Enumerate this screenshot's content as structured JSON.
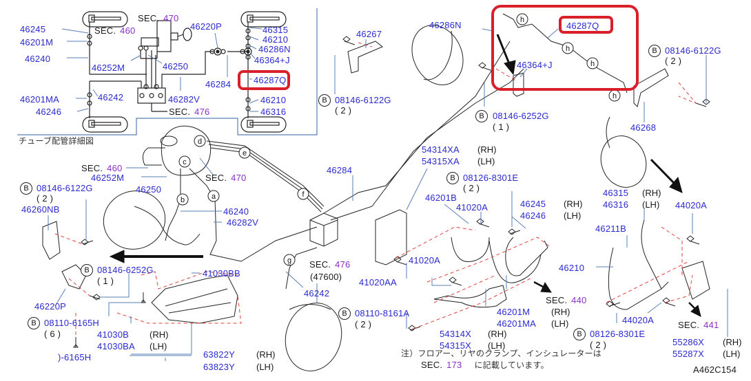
{
  "colors": {
    "part_number": "#2a2ad0",
    "section_number": "#8b2fc9",
    "highlight": "#d9202a",
    "line": "#222222",
    "leader": "#5a7fb5",
    "dash": "#e0403a"
  },
  "detail_panel": {
    "title": "チューブ配管詳細図",
    "labels": {
      "p46245": "46245",
      "p46201M": "46201M",
      "p46240": "46240",
      "p46252M": "46252M",
      "p46201MA": "46201MA",
      "p46246": "46246",
      "p46242": "46242",
      "p46250": "46250",
      "p46282V": "46282V",
      "p46220P": "46220P",
      "p46284": "46284",
      "p46315": "46315",
      "p46210a": "46210",
      "p46286N": "46286N",
      "p46364J": "46364+J",
      "p46287Q": "46287Q",
      "p46210b": "46210",
      "p46316": "46316"
    },
    "sec_labels": [
      {
        "prefix": "SEC.",
        "num": "470"
      },
      {
        "prefix": "SEC.",
        "num": "460"
      },
      {
        "prefix": "SEC.",
        "num": "476"
      }
    ]
  },
  "main": {
    "labels": {
      "m46267": "46267",
      "m46286N": "46286N",
      "m46287Q": "46287Q",
      "m46364J": "46364+J",
      "m46268": "46268",
      "m46252M": "46252M",
      "m46250": "46250",
      "m46260NB": "46260NB",
      "m46240": "46240",
      "m46282V": "46282V",
      "m46284": "46284",
      "m46220P": "46220P",
      "m41030BB": "41030BB",
      "m41030B": "41030B",
      "m41030BA": "41030BA",
      "m63822Y": "63822Y",
      "m63823Y": "63823Y",
      "m46242": "46242",
      "m54314XA": "54314XA",
      "m54315XA": "54315XA",
      "m46201B": "46201B",
      "m41020A_1": "41020A",
      "m41020A_2": "41020A",
      "m41020AA": "41020AA",
      "m46245": "46245",
      "m46246": "46246",
      "m46201M": "46201M",
      "m46201MA": "46201MA",
      "m54314X": "54314X",
      "m54315X": "54315X",
      "m46315": "46315",
      "m46316": "46316",
      "m44020A_1": "44020A",
      "m44020A_2": "44020A",
      "m46211B": "46211B",
      "m46210": "46210",
      "m55286X": "55286X",
      "m55287X": "55287X",
      "m6165H_cut": ")-6165H"
    },
    "bolts": {
      "b1": {
        "code": "08146-6122G",
        "qty": "( 2 )"
      },
      "b2": {
        "code": "08146-6252G",
        "qty": "( 1 )"
      },
      "b3": {
        "code": "08146-6122G",
        "qty": "( 2 )"
      },
      "b4": {
        "code": "08146-6122G",
        "qty": "( 2 )"
      },
      "b5": {
        "code": "08146-6252G",
        "qty": "( 1 )"
      },
      "b6": {
        "code": "08110-6165H",
        "qty": "( 6 )"
      },
      "b7": {
        "code": "08126-8301E",
        "qty": "( 2 )"
      },
      "b8": {
        "code": "08110-8161A",
        "qty": "( 2 )"
      },
      "b9": {
        "code": "08126-8301E",
        "qty": "( 2 )"
      }
    },
    "bolt_marker": "B",
    "sides": {
      "rh": "(RH)",
      "lh": "(LH)"
    },
    "sections": {
      "s460": {
        "prefix": "SEC.",
        "num": "460"
      },
      "s470": {
        "prefix": "SEC.",
        "num": "470"
      },
      "s476": {
        "prefix": "SEC.",
        "num": "476",
        "sub": "(47600)"
      },
      "s440": {
        "prefix": "SEC.",
        "num": "440"
      },
      "s441": {
        "prefix": "SEC.",
        "num": "441"
      }
    },
    "callout_letters": [
      "a",
      "b",
      "c",
      "d",
      "e",
      "f",
      "g",
      "h"
    ],
    "note": {
      "line1": "注）フロアー、リヤのクランプ、インシュレーターは",
      "sec_prefix": "SEC.",
      "sec_num": "173",
      "line2_suffix": "に記載しています。"
    },
    "figure_id": "A462C154"
  }
}
